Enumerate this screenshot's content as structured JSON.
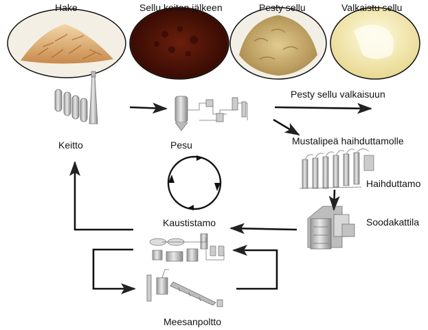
{
  "stages": {
    "hake": "Hake",
    "sellu_keiton_jalkeen": "Sellu keiton jälkeen",
    "pesty_sellu": "Pesty sellu",
    "valkaistu_sellu": "Valkaistu sellu"
  },
  "process": {
    "keitto": "Keitto",
    "pesu": "Pesu",
    "pesty_sellu_valkaisuun": "Pesty sellu valkaisuun",
    "mustalipea_haihduttamolle": "Mustalipeä haihduttamolle",
    "haihduttamo": "Haihduttamo",
    "soodakattila": "Soodakattila",
    "kaustistamo": "Kaustistamo",
    "meesanpoltto": "Meesanpoltto"
  },
  "colors": {
    "arrow": "#111111",
    "arrow_gray": "#666666",
    "machinery_stroke": "#707070",
    "machinery_fill": "#d6d6d6",
    "chips": "#d9a066",
    "pulp_brown": "#5a1a0a",
    "washed_pulp": "#c8a868",
    "bleached_pulp": "#f3e9b0"
  }
}
